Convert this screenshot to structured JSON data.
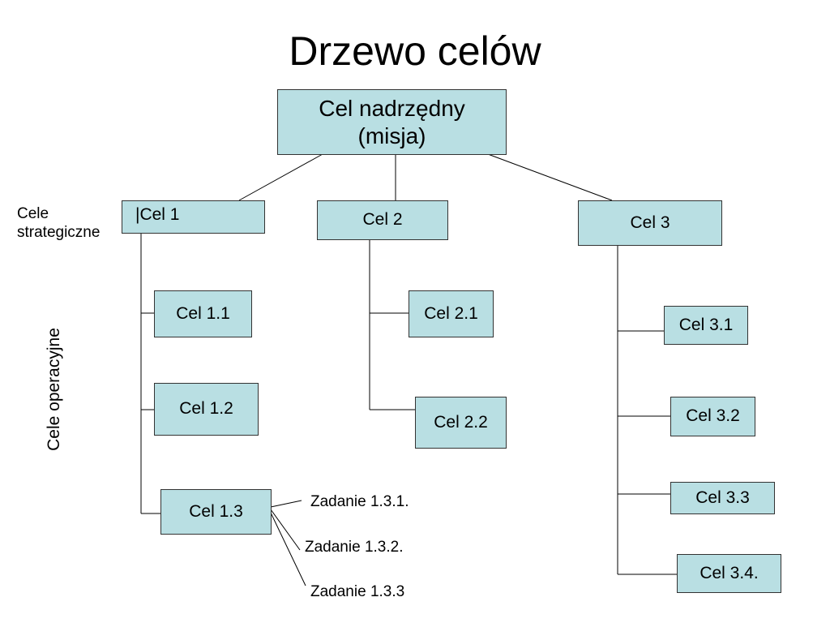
{
  "title": "Drzewo celów",
  "side_labels": {
    "strategic": [
      "Cele",
      "strategiczne"
    ],
    "operational": "Cele operacyjne"
  },
  "root": {
    "label_line1": "Cel nadrzędny",
    "label_line2": "(misja)"
  },
  "strategic_goals": [
    {
      "label": "|Cel 1"
    },
    {
      "label": "Cel 2"
    },
    {
      "label": "Cel 3"
    }
  ],
  "operational_goals": {
    "cel1": [
      "Cel 1.1",
      "Cel 1.2",
      "Cel 1.3"
    ],
    "cel2": [
      "Cel 2.1",
      "Cel 2.2"
    ],
    "cel3": [
      "Cel 3.1",
      "Cel 3.2",
      "Cel 3.3",
      "Cel 3.4."
    ]
  },
  "tasks": [
    "Zadanie 1.3.1.",
    "Zadanie 1.3.2.",
    "Zadanie 1.3.3"
  ],
  "colors": {
    "box_fill": "#b9dfe3",
    "box_border": "#333333",
    "line": "#000000"
  }
}
